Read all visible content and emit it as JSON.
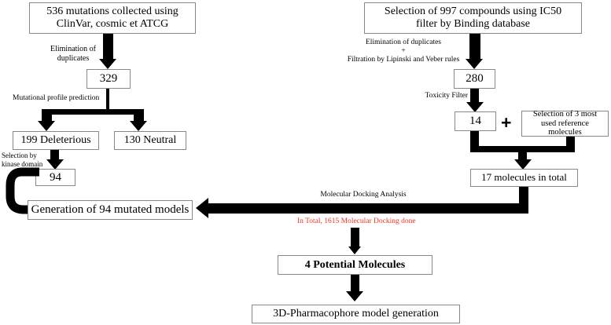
{
  "diagram": {
    "title": "Drug discovery workflow flowchart",
    "accent_red": "#ee3322",
    "line_color": "#000000",
    "box_border": "#888888"
  },
  "boxes": {
    "mutations_source": "536 mutations collected using\nClinVar, cosmic et ATCG",
    "count_329": "329",
    "deleterious_199": "199 Deleterious",
    "neutral_130": "130 Neutral",
    "count_94": "94",
    "generation_models": "Generation of 94 mutated models",
    "compounds_source": "Selection of 997 compounds using IC50\nfilter by Binding database",
    "count_280": "280",
    "count_14": "14",
    "reference_molecules": "Selection of 3 most\nused reference\nmolecules",
    "total_17": "17 molecules in total",
    "potential_molecules": "4 Potential Molecules",
    "pharmacophore": "3D-Pharmacophore model generation"
  },
  "labels": {
    "elimination_duplicates": "Elimination of\nduplicates",
    "mutational_profile": "Mutational profile prediction",
    "selection_kinase": "Selection by\nkinase domain",
    "elimination_filtration": "Elimination of duplicates\n+\nFiltration by Lipinski and Veber  rules",
    "toxicity_filter": "Toxicity Filter",
    "molecular_docking_analysis": "Molecular Docking Analysis",
    "docking_total_red": "In Total, 1615 Molecular Docking  done",
    "plus_sign": "+"
  }
}
